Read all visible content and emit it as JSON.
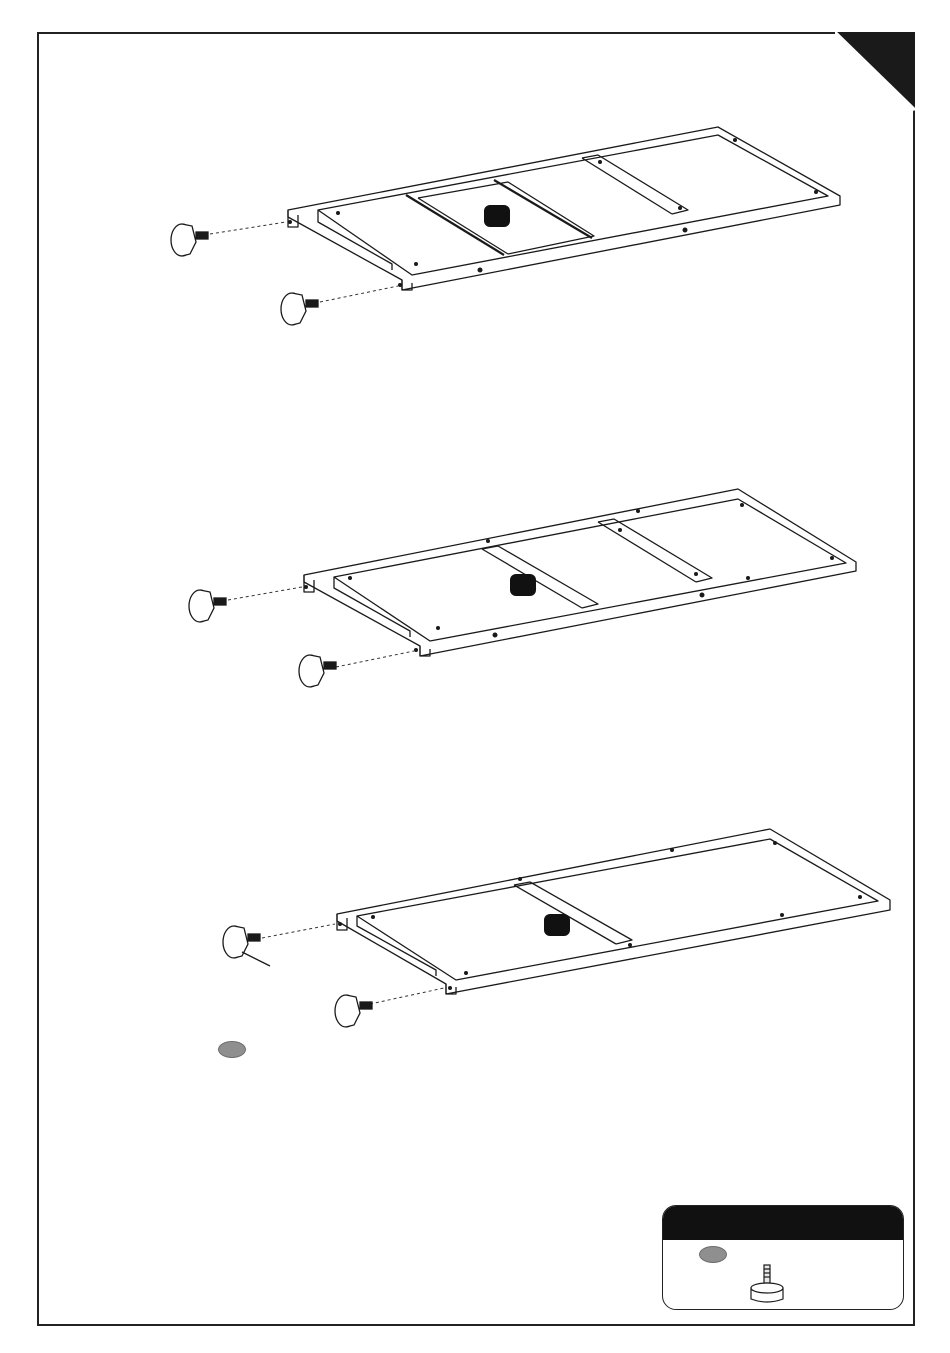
{
  "page": {
    "corner_tab_color": "#1a1a1a",
    "frame_color": "#222222"
  },
  "steps": [
    {
      "frame_sections": 4,
      "has_center_rod": true,
      "feet": 2,
      "callout": "black-pill"
    },
    {
      "frame_sections": 3,
      "has_center_rod": false,
      "feet": 2,
      "callout": "black-pill"
    },
    {
      "frame_sections": 2,
      "has_center_rod": false,
      "feet": 2,
      "callout": "black-pill",
      "part_callout": "grey-pill"
    }
  ],
  "parts_box": {
    "header_color": "#111111",
    "part_label_color": "#8f8f8f",
    "part_icon": "leveling-foot-icon"
  }
}
